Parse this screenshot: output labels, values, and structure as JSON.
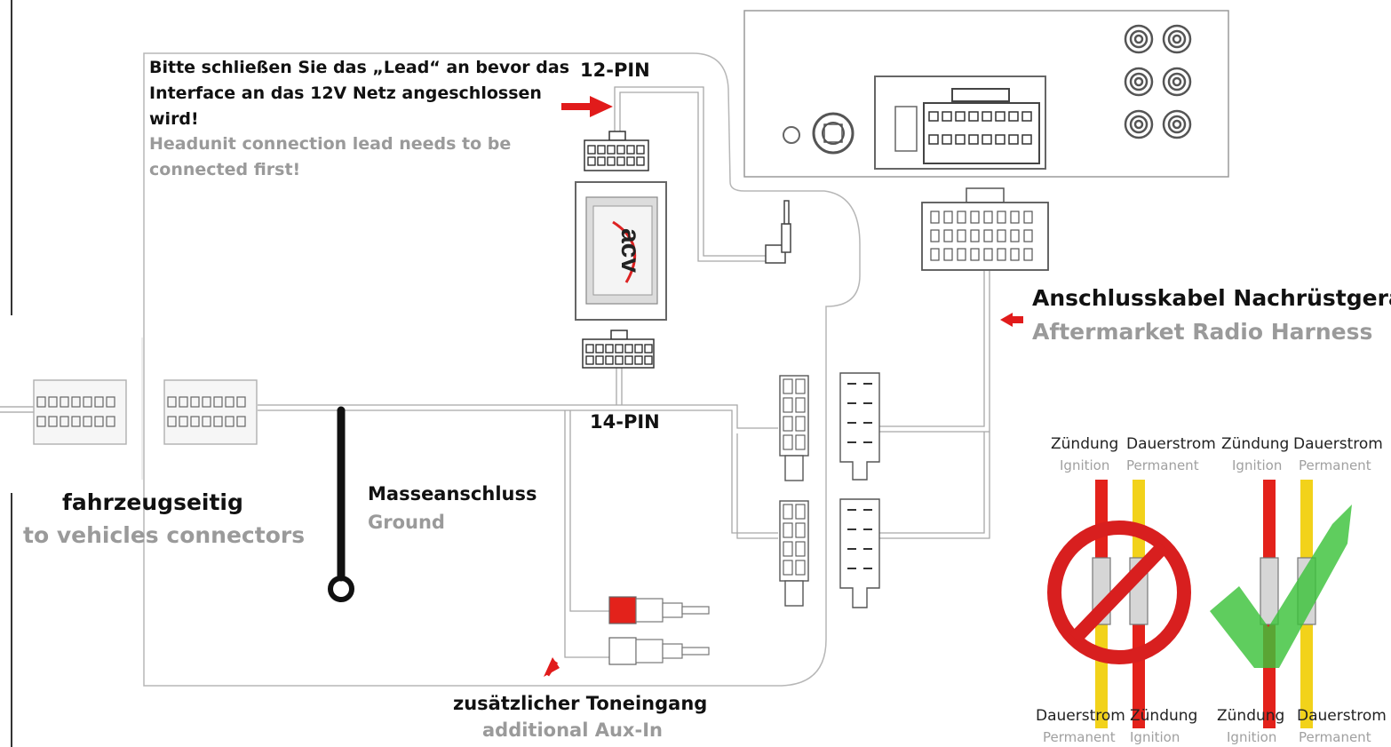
{
  "note": {
    "de_line1": "Bitte schließen Sie das „Lead“ an bevor das",
    "de_line2": "Interface an das 12V Netz angeschlossen",
    "de_line3": "wird!",
    "en_line1": "Headunit connection lead needs to be",
    "en_line2": "connected first!"
  },
  "pins": {
    "top": "12-PIN",
    "bottom": "14-PIN"
  },
  "interface_logo": "acv",
  "harness": {
    "de": "Anschlusskabel Nachrüstgerät",
    "en": "Aftermarket Radio Harness"
  },
  "vehicle": {
    "de": "fahrzeugseitig",
    "en": "to vehicles connectors"
  },
  "ground": {
    "de": "Masseanschluss",
    "en": "Ground"
  },
  "aux": {
    "de": "zusätzlicher Toneingang",
    "en": "additional Aux-In"
  },
  "wiring": {
    "wrong": {
      "top_left_de": "Zündung",
      "top_left_en": "Ignition",
      "top_right_de": "Dauerstrom",
      "top_right_en": "Permanent",
      "bottom_left_de": "Dauerstrom",
      "bottom_left_en": "Permanent",
      "bottom_right_de": "Zündung",
      "bottom_right_en": "Ignition"
    },
    "right": {
      "top_left_de": "Zündung",
      "top_left_en": "Ignition",
      "top_right_de": "Dauerstrom",
      "top_right_en": "Permanent",
      "bottom_left_de": "Zündung",
      "bottom_left_en": "Ignition",
      "bottom_right_de": "Dauerstrom",
      "bottom_right_en": "Permanent"
    },
    "colors": {
      "ignition": "#e3221b",
      "permanent": "#f2d21a",
      "forbidden": "#d81f1f",
      "check": "#3cc23a",
      "arrow": "#e11b1b"
    }
  },
  "icons": [
    "arrow-right-icon",
    "arrow-left-icon",
    "arrow-up-right-icon",
    "prohibited-icon",
    "checkmark-icon",
    "ground-ring-icon"
  ]
}
